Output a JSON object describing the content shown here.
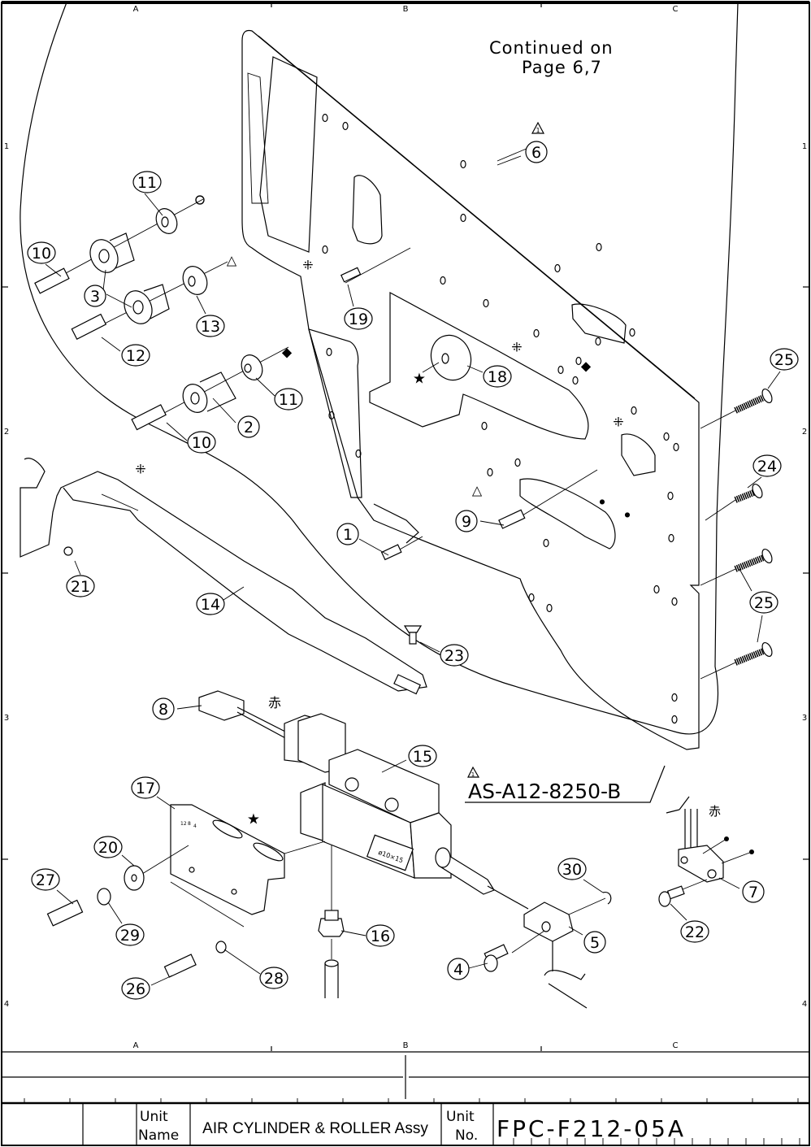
{
  "drawing": {
    "column_labels": [
      "A",
      "B",
      "C"
    ],
    "row_labels": [
      "1",
      "2",
      "3",
      "4"
    ],
    "note": {
      "line1": "Continued on",
      "line2": "Page 6,7"
    },
    "assembly_ref": "AS-A12-8250-B",
    "revision_mark": "1",
    "red_wire_label": "赤",
    "cylinder_marking": "ø10×15",
    "bracket_markings": [
      "12",
      "8",
      "4"
    ],
    "symbols": {
      "star": "★",
      "diamond": "◆",
      "triangle": "△",
      "asterisk": "⁜",
      "dot": "●"
    },
    "callouts": [
      {
        "id": "1"
      },
      {
        "id": "2"
      },
      {
        "id": "3"
      },
      {
        "id": "4"
      },
      {
        "id": "5"
      },
      {
        "id": "6"
      },
      {
        "id": "7"
      },
      {
        "id": "8"
      },
      {
        "id": "9"
      },
      {
        "id": "10"
      },
      {
        "id": "10b",
        "label": "10"
      },
      {
        "id": "11"
      },
      {
        "id": "11b",
        "label": "11"
      },
      {
        "id": "12"
      },
      {
        "id": "13"
      },
      {
        "id": "14"
      },
      {
        "id": "15"
      },
      {
        "id": "16"
      },
      {
        "id": "17"
      },
      {
        "id": "18"
      },
      {
        "id": "19"
      },
      {
        "id": "20"
      },
      {
        "id": "21"
      },
      {
        "id": "22"
      },
      {
        "id": "23"
      },
      {
        "id": "24"
      },
      {
        "id": "25"
      },
      {
        "id": "25b",
        "label": "25"
      },
      {
        "id": "26"
      },
      {
        "id": "27"
      },
      {
        "id": "28"
      },
      {
        "id": "29"
      },
      {
        "id": "30"
      }
    ]
  },
  "title_block": {
    "unit_name_label_1": "Unit",
    "unit_name_label_2": "Name",
    "unit_name": "AIR CYLINDER & ROLLER Assy",
    "unit_no_label_1": "Unit",
    "unit_no_label_2": "No.",
    "unit_no": "FPC-F212-05A"
  }
}
